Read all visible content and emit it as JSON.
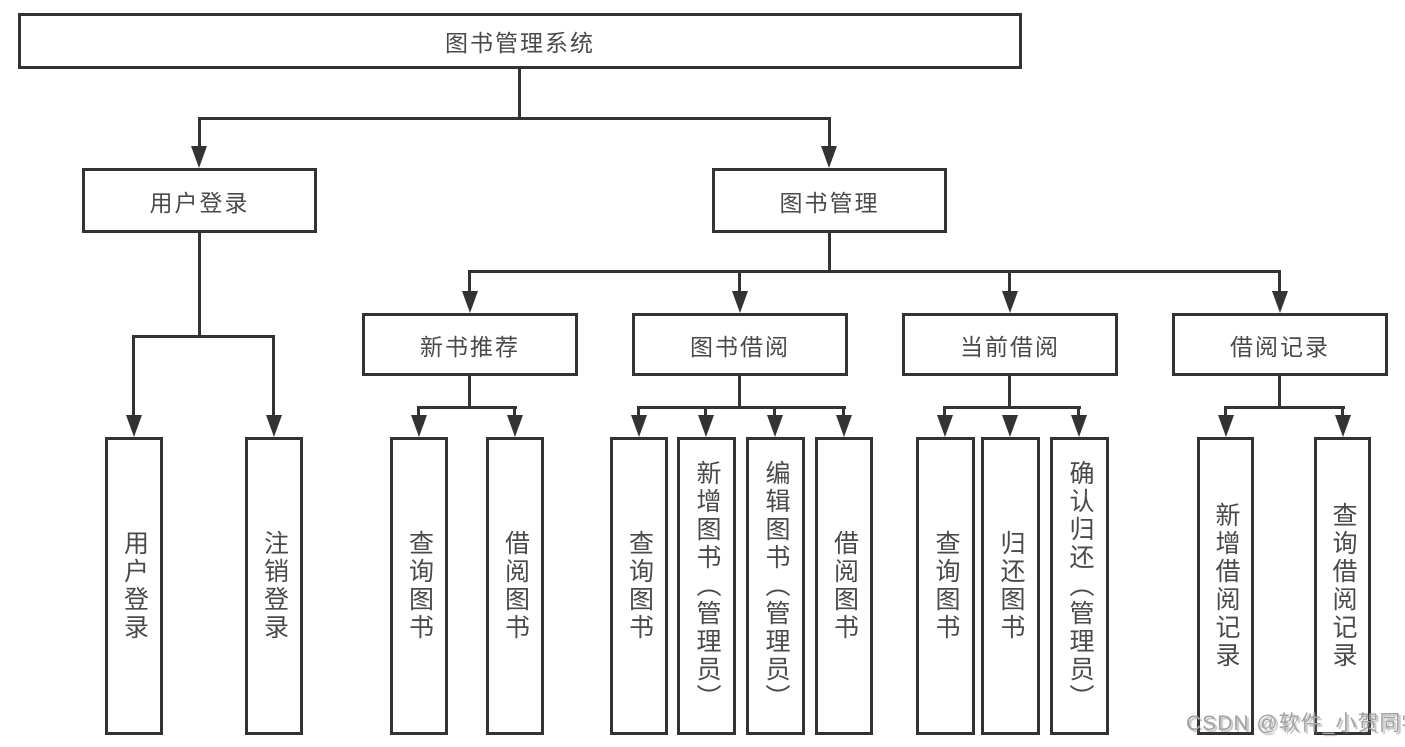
{
  "diagram_title": "图书管理系统",
  "tree": {
    "root": {
      "label": "图书管理系统"
    },
    "children": [
      {
        "label": "用户登录",
        "children": [
          {
            "label": "用户登录"
          },
          {
            "label": "注销登录"
          }
        ]
      },
      {
        "label": "图书管理",
        "children": [
          {
            "label": "新书推荐",
            "children": [
              {
                "label": "查询图书"
              },
              {
                "label": "借阅图书"
              }
            ]
          },
          {
            "label": "图书借阅",
            "children": [
              {
                "label": "查询图书"
              },
              {
                "label": "新增图书（管理员）"
              },
              {
                "label": "编辑图书（管理员）"
              },
              {
                "label": "借阅图书"
              }
            ]
          },
          {
            "label": "当前借阅",
            "children": [
              {
                "label": "查询图书"
              },
              {
                "label": "归还图书"
              },
              {
                "label": "确认归还（管理员）"
              }
            ]
          },
          {
            "label": "借阅记录",
            "children": [
              {
                "label": "新增借阅记录"
              },
              {
                "label": "查询借阅记录"
              }
            ]
          }
        ]
      }
    ]
  },
  "watermark": "CSDN @软件_小贺同学",
  "colors": {
    "line": "#333333",
    "text": "#4a4a4a",
    "watermark": "#a3a3a3",
    "background": "#ffffff"
  }
}
